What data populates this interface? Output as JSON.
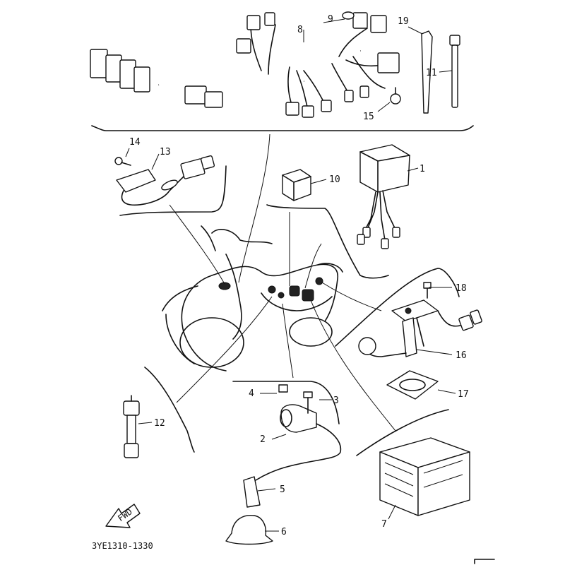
{
  "diagram": {
    "code": "3YE1310-1330",
    "fwd_label": "FWD",
    "parts": [
      {
        "no": "1"
      },
      {
        "no": "2"
      },
      {
        "no": "3"
      },
      {
        "no": "4"
      },
      {
        "no": "5"
      },
      {
        "no": "6"
      },
      {
        "no": "7"
      },
      {
        "no": "8"
      },
      {
        "no": "9"
      },
      {
        "no": "10"
      },
      {
        "no": "11"
      },
      {
        "no": "12"
      },
      {
        "no": "13"
      },
      {
        "no": "14"
      },
      {
        "no": "15"
      },
      {
        "no": "16"
      },
      {
        "no": "17"
      },
      {
        "no": "18"
      },
      {
        "no": "19"
      }
    ]
  }
}
